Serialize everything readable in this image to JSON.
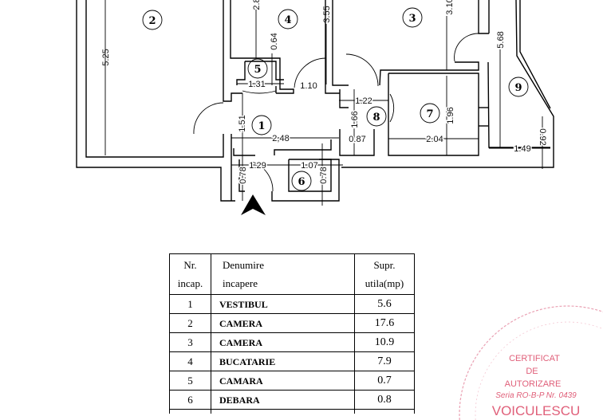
{
  "plan": {
    "rooms": [
      "1",
      "2",
      "3",
      "4",
      "5",
      "6",
      "7",
      "8",
      "9"
    ],
    "dimensions": {
      "d525": "5.25",
      "d28": "2.8",
      "d064": "0.64",
      "d355": "3.55",
      "d310": "3.10",
      "d568": "5.68",
      "d131": "1.31",
      "d110": "1.10",
      "d122": "1.22",
      "d151": "1.51",
      "d248": "2,48",
      "d166": "1.66",
      "d087": "0.87",
      "d196": "1.96",
      "d204": "2.04",
      "d149": "1.49",
      "d092": "0.92",
      "d129": "1.29",
      "d107": "1.07",
      "d078a": "0.78",
      "d078b": "0.78"
    }
  },
  "table": {
    "headers": {
      "nr_1": "Nr.",
      "nr_2": "incap.",
      "name_1": "Denumire",
      "name_2": "incapere",
      "area_1": "Supr.",
      "area_2": "utila(mp)"
    },
    "rows": [
      {
        "nr": "1",
        "name": "VESTIBUL",
        "area": "5.6"
      },
      {
        "nr": "2",
        "name": "CAMERA",
        "area": "17.6"
      },
      {
        "nr": "3",
        "name": "CAMERA",
        "area": "10.9"
      },
      {
        "nr": "4",
        "name": "BUCATARIE",
        "area": "7.9"
      },
      {
        "nr": "5",
        "name": "CAMARA",
        "area": "0.7"
      },
      {
        "nr": "6",
        "name": "DEBARA",
        "area": "0.8"
      }
    ]
  },
  "stamp": {
    "color": "#e0607a",
    "line1": "CERTIFICAT",
    "line2": "DE",
    "line3": "AUTORIZARE",
    "line4": "Seria RO-B-P Nr. 0439",
    "line5": "VOICULESCU"
  }
}
